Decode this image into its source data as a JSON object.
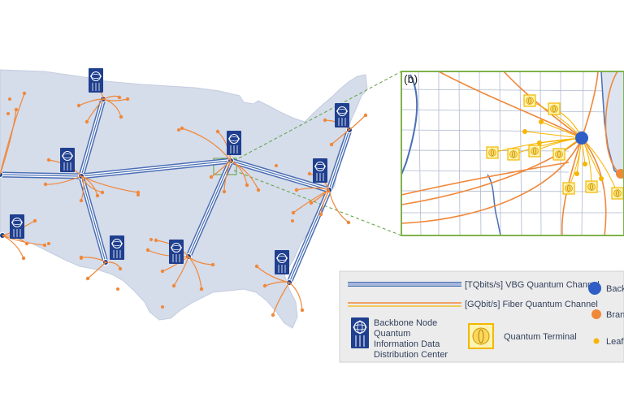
{
  "inset": {
    "label": "(b)"
  },
  "legend": {
    "vbg_channel": "[TQbits/s] VBG Quantum Channel",
    "fiber_channel": "[GQbit/s] Fiber Quantum Channel",
    "backbone_node": [
      "Backbone Node",
      "Quantum",
      "Information Data",
      "Distribution Center"
    ],
    "quantum_terminal": "Quantum Terminal",
    "backbone_dot": "Back",
    "branch_dot": "Bran",
    "leaf_dot": "Leaf"
  },
  "colors": {
    "map_fill": "#d5dcea",
    "map_border": "#ffffff",
    "vbg_line": "#4a6fb5",
    "fiber_line": "#f0883a",
    "leaf": "#f7b500",
    "node_dark": "#1f3f8f",
    "inset_border": "#7fb24a",
    "legend_bg": "#ececec",
    "terminal_fill": "#ffd75a",
    "terminal_border": "#f2b800"
  },
  "icons": {
    "backbone_center": "atom-antenna-icon",
    "quantum_terminal": "atom-circle-icon"
  }
}
